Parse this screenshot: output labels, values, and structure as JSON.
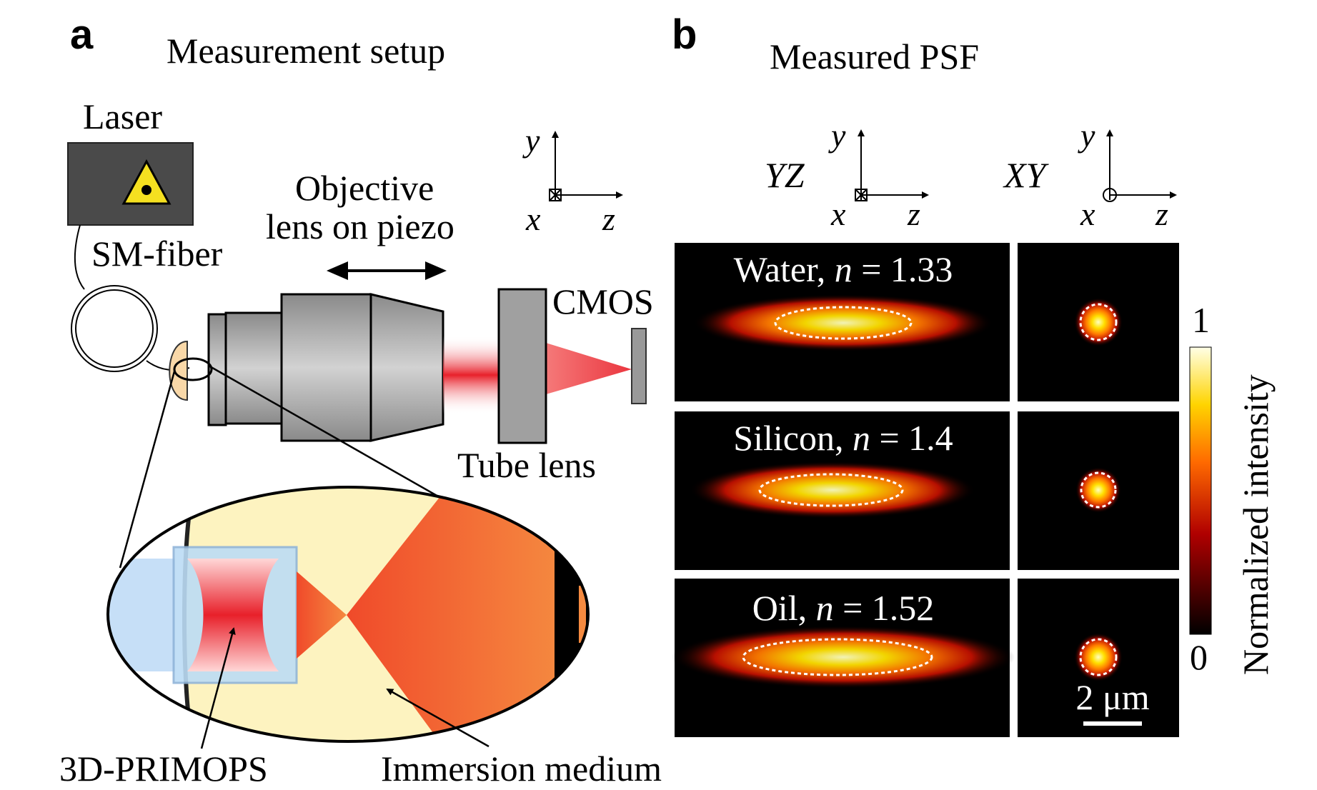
{
  "panel_a": {
    "letter": "a",
    "title": "Measurement setup",
    "labels": {
      "laser": "Laser",
      "fiber": "SM-fiber",
      "objective_line1": "Objective",
      "objective_line2": "lens on piezo",
      "cmos": "CMOS",
      "tube_lens": "Tube lens",
      "primops": "3D-PRIMOPS",
      "immersion": "Immersion medium"
    },
    "axes": {
      "y": "y",
      "x": "x",
      "z": "z"
    }
  },
  "panel_b": {
    "letter": "b",
    "title": "Measured PSF",
    "columns": [
      {
        "plane": "YZ",
        "axis_y": "y",
        "axis_x": "x",
        "axis_z": "z"
      },
      {
        "plane": "XY",
        "axis_y": "y",
        "axis_x": "x",
        "axis_z": "z"
      }
    ],
    "rows": [
      {
        "medium": "Water, ",
        "n_symbol": "n",
        "n_value": " = 1.33"
      },
      {
        "medium": "Silicon, ",
        "n_symbol": "n",
        "n_value": " = 1.4"
      },
      {
        "medium": "Oil, ",
        "n_symbol": "n",
        "n_value": " = 1.52"
      }
    ],
    "scale_bar": "2 μm",
    "colorbar": {
      "max_label": "1",
      "min_label": "0",
      "title": "Normalized intensity"
    }
  },
  "colors": {
    "laser_red": "#e8202a",
    "immersion_yellow": "#fdf3c0",
    "immersion_orange": "#f26a2e",
    "primops_blue": "#bcdcf5"
  }
}
